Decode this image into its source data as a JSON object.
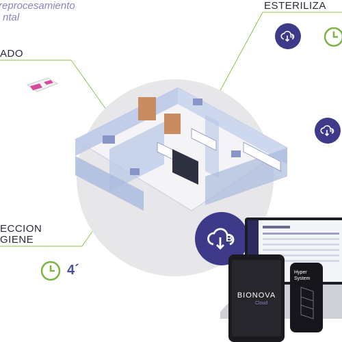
{
  "subtitle": {
    "line1": "reprocesamiento",
    "line2": "ntal"
  },
  "labels": {
    "top_left": "ADO",
    "top_right": "ESTERILIZA",
    "bottom_left_1": "ECCION",
    "bottom_left_2": "GIENE"
  },
  "clock_time": "4´",
  "tablet": {
    "brand": "BIONOVA",
    "brand_sub": "Cloud"
  },
  "phone": {
    "title_1": "Hyper",
    "title_2": "System"
  },
  "colors": {
    "accent_purple": "#3d3a8a",
    "accent_green": "#7cb342",
    "subtitle": "#8a84c0",
    "room_blue": "#a9b9dd"
  }
}
